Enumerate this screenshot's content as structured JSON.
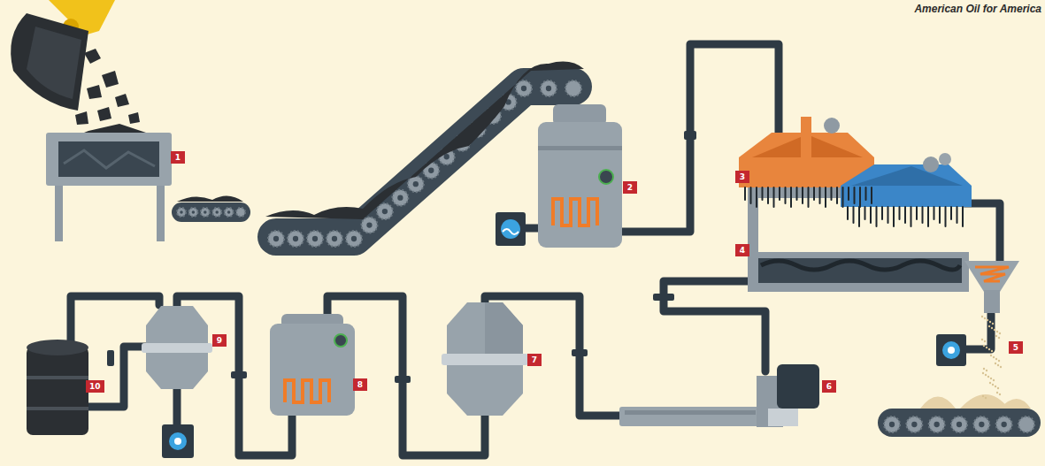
{
  "diagram": {
    "labels": [
      "American Oil for America",
      "1",
      "2",
      "3",
      "4",
      "5",
      "6",
      "7",
      "8",
      "9",
      "10"
    ]
  }
}
